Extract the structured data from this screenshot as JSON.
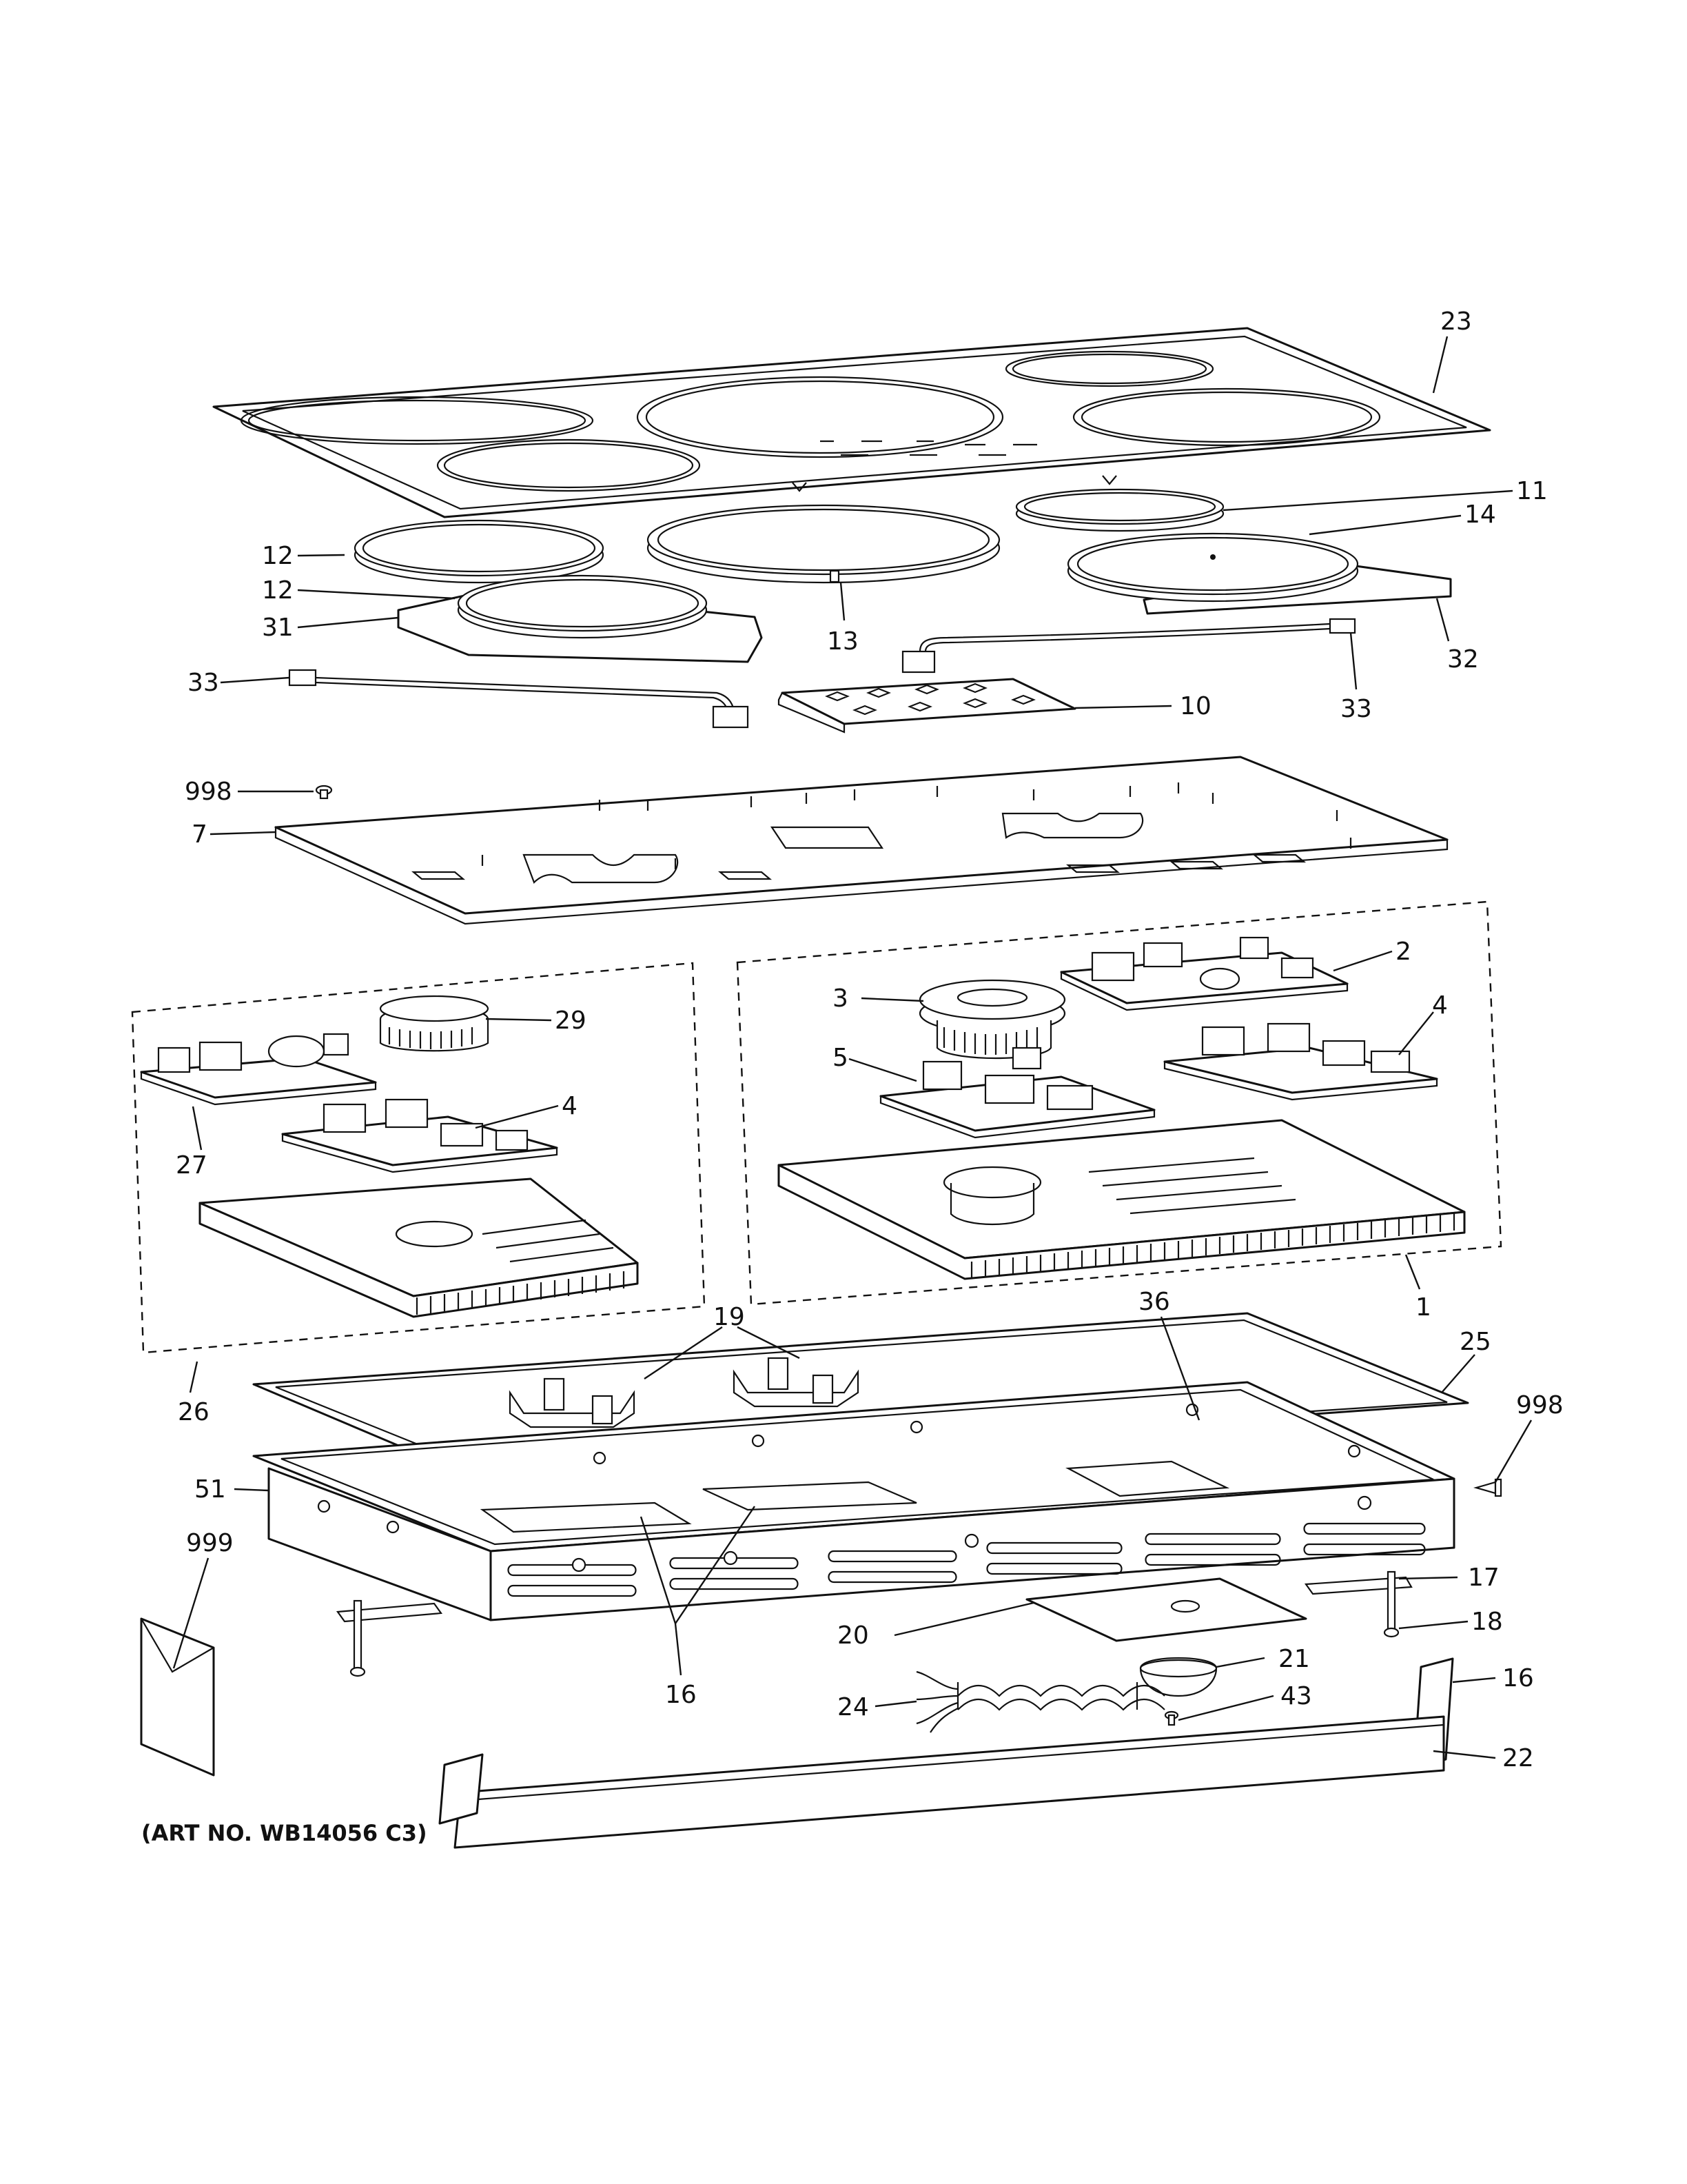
{
  "art_number": "(ART NO. WB14056 C3)",
  "callouts": [
    {
      "id": "c23",
      "text": "23"
    },
    {
      "id": "c11",
      "text": "11"
    },
    {
      "id": "c14",
      "text": "14"
    },
    {
      "id": "c12a",
      "text": "12"
    },
    {
      "id": "c12b",
      "text": "12"
    },
    {
      "id": "c31",
      "text": "31"
    },
    {
      "id": "c13",
      "text": "13"
    },
    {
      "id": "c32",
      "text": "32"
    },
    {
      "id": "c33a",
      "text": "33"
    },
    {
      "id": "c33b",
      "text": "33"
    },
    {
      "id": "c10",
      "text": "10"
    },
    {
      "id": "c998a",
      "text": "998"
    },
    {
      "id": "c7",
      "text": "7"
    },
    {
      "id": "c2",
      "text": "2"
    },
    {
      "id": "c3",
      "text": "3"
    },
    {
      "id": "c29",
      "text": "29"
    },
    {
      "id": "c4a",
      "text": "4"
    },
    {
      "id": "c5",
      "text": "5"
    },
    {
      "id": "c4b",
      "text": "4"
    },
    {
      "id": "c27",
      "text": "27"
    },
    {
      "id": "c1",
      "text": "1"
    },
    {
      "id": "c19",
      "text": "19"
    },
    {
      "id": "c36",
      "text": "36"
    },
    {
      "id": "c25",
      "text": "25"
    },
    {
      "id": "c26",
      "text": "26"
    },
    {
      "id": "c998b",
      "text": "998"
    },
    {
      "id": "c51",
      "text": "51"
    },
    {
      "id": "c999",
      "text": "999"
    },
    {
      "id": "c17",
      "text": "17"
    },
    {
      "id": "c18",
      "text": "18"
    },
    {
      "id": "c20",
      "text": "20"
    },
    {
      "id": "c21",
      "text": "21"
    },
    {
      "id": "c16a",
      "text": "16"
    },
    {
      "id": "c16b",
      "text": "16"
    },
    {
      "id": "c43",
      "text": "43"
    },
    {
      "id": "c24",
      "text": "24"
    },
    {
      "id": "c22",
      "text": "22"
    }
  ]
}
